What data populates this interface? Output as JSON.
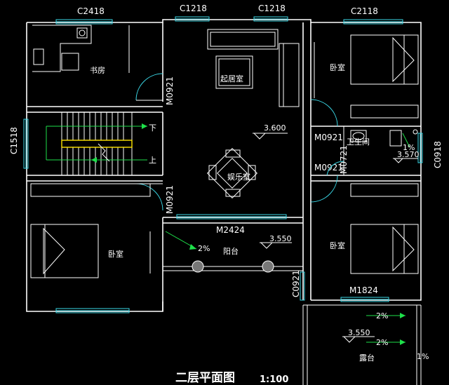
{
  "windows": {
    "top_left": "C2418",
    "top_mid1": "C1218",
    "top_mid2": "C1218",
    "top_right": "C2118",
    "left": "C1518",
    "right": "C0918"
  },
  "doors": {
    "study": "M0921",
    "bedroom_left": "M0921",
    "bedroom_right_top": "M0921",
    "bedroom_right_bottom": "M0921",
    "bathroom": "M0721",
    "balcony": "M2424",
    "terrace": "C0921",
    "bedroom_right_bottom_wide": "M1824"
  },
  "rooms": {
    "study": "书房",
    "living": "起居室",
    "bedroom_tl": "卧室",
    "bathroom": "卫生间",
    "entertainment": "娱乐室",
    "bedroom_bl": "卧室",
    "bedroom_br": "卧室",
    "balcony": "阳台",
    "terrace": "露台"
  },
  "stairs": {
    "down": "下",
    "up": "上"
  },
  "elevations": {
    "main": "3.600",
    "bathroom": "3.570",
    "balcony": "3.550",
    "terrace": "3.550"
  },
  "slopes": {
    "bathroom": "1%",
    "balcony": "2%",
    "terrace1": "2%",
    "terrace2": "2%",
    "terrace_edge": "1%"
  },
  "footer": {
    "title": "二层平面图",
    "scale": "1:100"
  }
}
